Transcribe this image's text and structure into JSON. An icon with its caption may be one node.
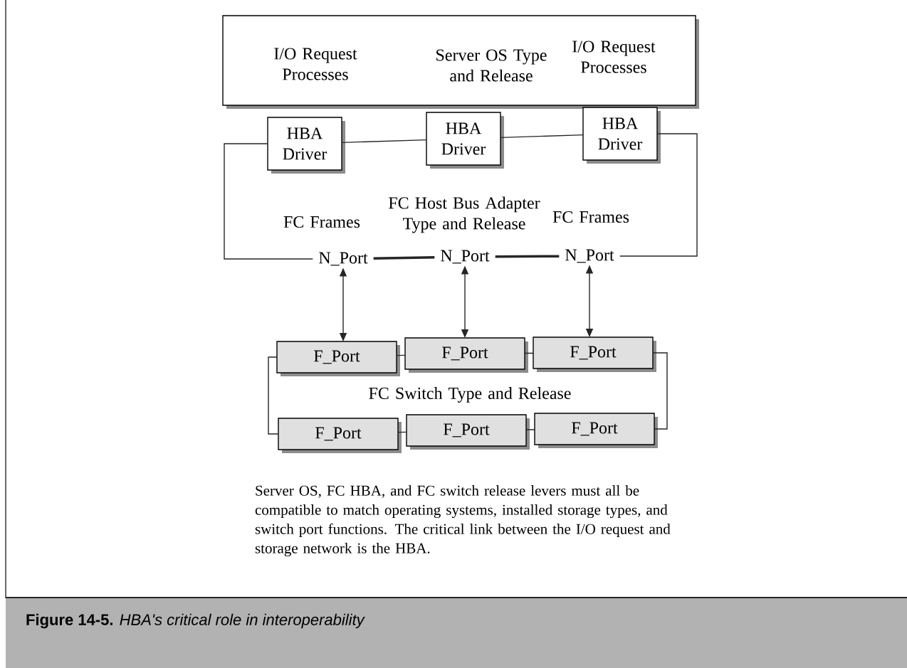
{
  "diagram": {
    "caption": "**Figure 14-5.**    *HBA's critical role in interoperability*",
    "nodes": [
      {
        "text": [
          "I/O Request Processes",
          "Server OS Type and Release",
          "I/O Request Processes"
        ]
      },
      {
        "text": [
          "HBA Driver"
        ]
      },
      {
        "text": [
          "HBA Driver"
        ]
      },
      {
        "text": [
          "HBA Driver"
        ]
      },
      {
        "text": [
          "N_Port"
        ]
      },
      {
        "text": [
          "N_Port"
        ]
      },
      {
        "text": [
          "N_Port"
        ]
      },
      {
        "text": [
          "F_Port"
        ]
      },
      {
        "text": [
          "F_Port"
        ]
      },
      {
        "text": [
          "F_Port"
        ]
      },
      {
        "text": [
          "F_Port"
        ]
      },
      {
        "text": [
          "F_Port"
        ]
      },
      {
        "text": [
          "F_Port"
        ]
      }
    ],
    "edges": [
      {
        "from": 1,
        "to": 2,
        "arrow": "none"
      },
      {
        "from": 2,
        "to": 3,
        "arrow": "none"
      },
      {
        "from": 3,
        "to": 6,
        "arrow": "none"
      },
      {
        "from": 6,
        "to": 5,
        "arrow": "none",
        "style": "thick"
      },
      {
        "from": 5,
        "to": 4,
        "arrow": "none",
        "style": "thick"
      },
      {
        "from": 4,
        "to": 1,
        "arrow": "none"
      },
      {
        "from": 4,
        "to": 7,
        "arrow": "both"
      },
      {
        "from": 5,
        "to": 8,
        "arrow": "both"
      },
      {
        "from": 6,
        "to": 9,
        "arrow": "both"
      },
      {
        "from": 7,
        "to": 8,
        "arrow": "none"
      },
      {
        "from": 8,
        "to": 9,
        "arrow": "none"
      },
      {
        "from": 9,
        "to": 12,
        "arrow": "none"
      },
      {
        "from": 12,
        "to": 11,
        "arrow": "none"
      },
      {
        "from": 11,
        "to": 10,
        "arrow": "none"
      },
      {
        "from": 10,
        "to": 7,
        "arrow": "none"
      }
    ],
    "labels": [
      "FC Frames",
      "FC Host Bus Adapter Type and Release",
      "FC Frames",
      "FC Switch Type and Release",
      "Server OS, FC HBA, and FC switch release levers must all be compatible to match operating systems, installed storage types, and switch port functions. The critical link between the I/O request and storage network is the HBA."
    ]
  }
}
